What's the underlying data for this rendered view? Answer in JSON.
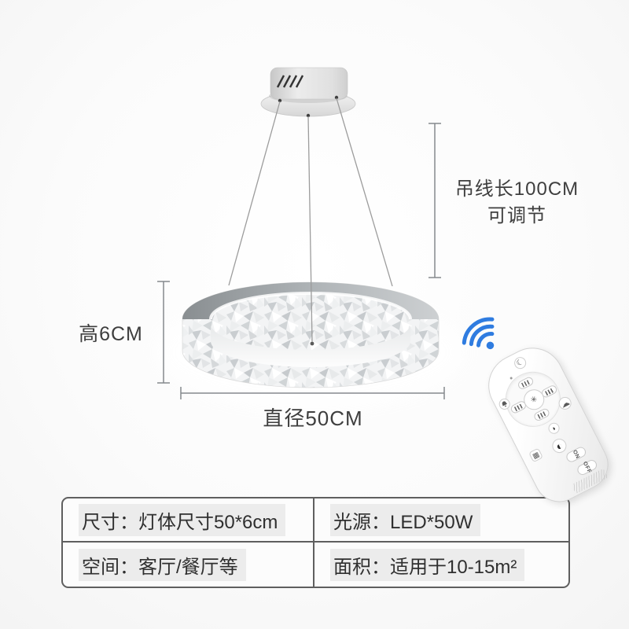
{
  "annotations": {
    "hang_length_line1": "吊线长100CM",
    "hang_length_line2": "可调节",
    "height_label": "高6CM",
    "diameter_label": "直径50CM"
  },
  "spec_table": {
    "rows": [
      {
        "cells": [
          "尺寸：灯体尺寸50*6cm",
          "光源：LED*50W"
        ]
      },
      {
        "cells": [
          "空间：客厅/餐厅等",
          "面积：适用于10-15m²"
        ]
      }
    ]
  },
  "remote": {
    "on_label": "ON",
    "off_label": "OFF",
    "icons": {
      "moon": "☾",
      "fan": "✳",
      "cloud": "☁",
      "night": "◗",
      "grid": "▦",
      "brightness": "◐"
    }
  },
  "colors": {
    "wifi_blue": "#2f7ce0",
    "dimension_line": "#85898d",
    "rim_gray_dark": "#8d9295",
    "rim_gray_light": "#cdd0d2",
    "text": "#3e3e3e",
    "table_border": "#5f5f5f"
  }
}
